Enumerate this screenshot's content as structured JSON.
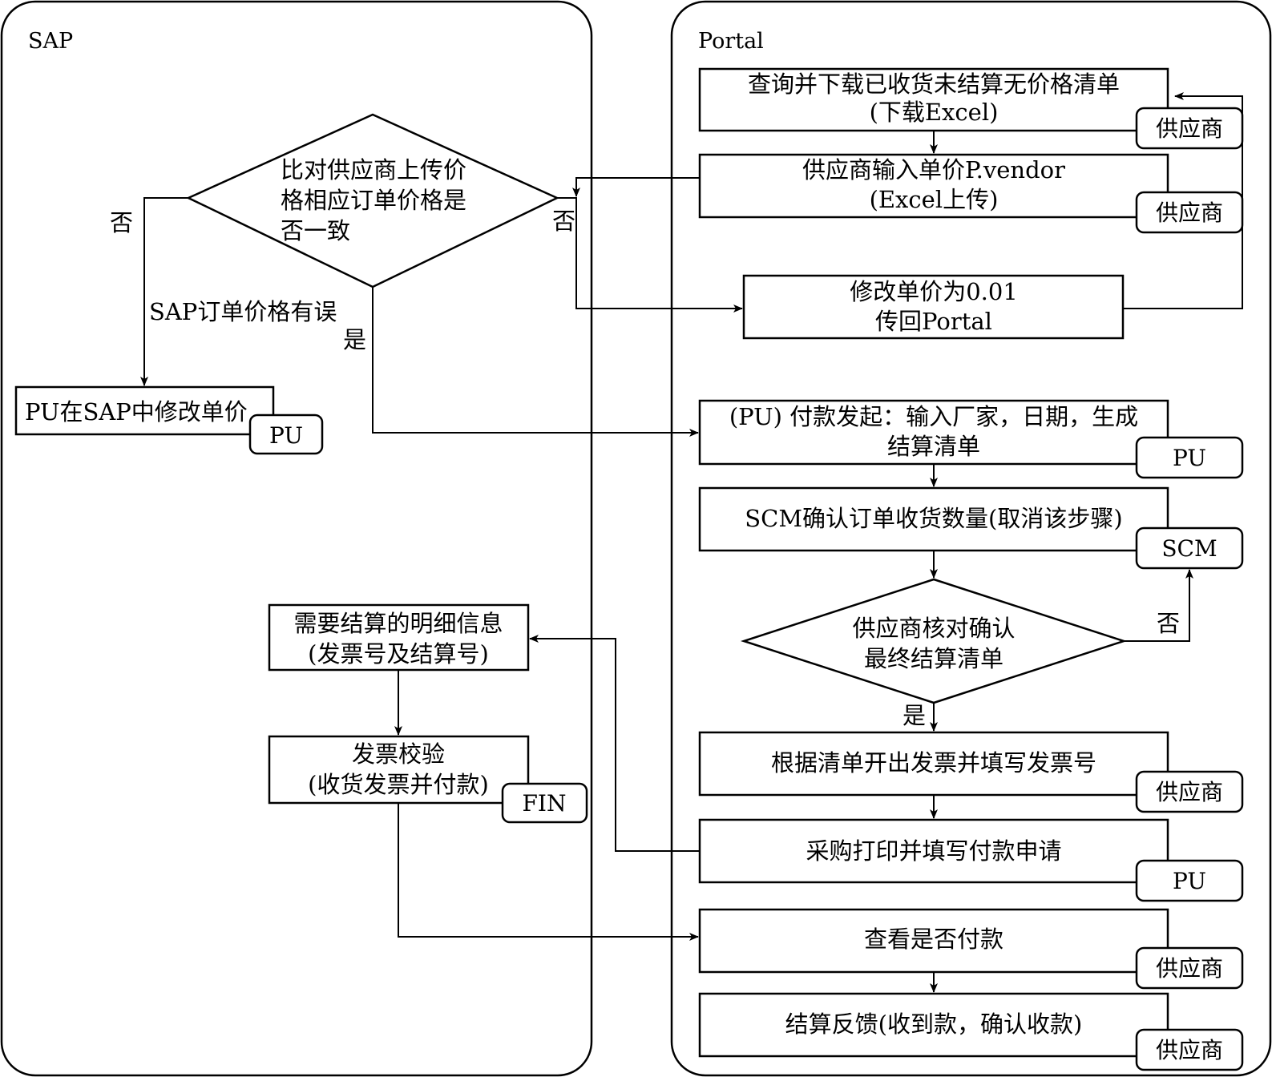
{
  "lanes": {
    "sap": "SAP",
    "portal": "Portal"
  },
  "nodes": {
    "compare": {
      "lines": [
        "比对供应商上传价",
        "格相应订单价格是",
        "否一致"
      ]
    },
    "pu_modify": {
      "text": "PU在SAP中修改单价",
      "role": "PU"
    },
    "detail": {
      "lines": [
        "需要结算的明细信息",
        "(发票号及结算号)"
      ]
    },
    "invoice_verify": {
      "lines": [
        "发票校验",
        "(收货发票并付款)"
      ],
      "role": "FIN"
    },
    "query": {
      "lines": [
        "查询并下载已收货未结算无价格清单",
        "(下载Excel)"
      ],
      "role": "供应商"
    },
    "input_price": {
      "lines": [
        "供应商输入单价P.vendor",
        "(Excel上传)"
      ],
      "role": "供应商"
    },
    "set_price": {
      "lines": [
        "修改单价为0.01",
        "传回Portal"
      ]
    },
    "pay_start": {
      "lines": [
        "(PU) 付款发起：输入厂家，日期，生成",
        "结算清单"
      ],
      "role": "PU"
    },
    "scm_confirm": {
      "text": "SCM确认订单收货数量(取消该步骤)",
      "role": "SCM"
    },
    "vendor_check": {
      "lines": [
        "供应商核对确认",
        "最终结算清单"
      ]
    },
    "issue_invoice": {
      "text": "根据清单开出发票并填写发票号",
      "role": "供应商"
    },
    "print_request": {
      "text": "采购打印并填写付款申请",
      "role": "PU"
    },
    "check_paid": {
      "text": "查看是否付款",
      "role": "供应商"
    },
    "feedback": {
      "text": "结算反馈(收到款，确认收款)",
      "role": "供应商"
    }
  },
  "edge_labels": {
    "compare_no_left": "否",
    "compare_no_right": "否",
    "sap_price_error": "SAP订单价格有误",
    "compare_yes": "是",
    "vendor_check_no": "否",
    "vendor_check_yes": "是"
  }
}
